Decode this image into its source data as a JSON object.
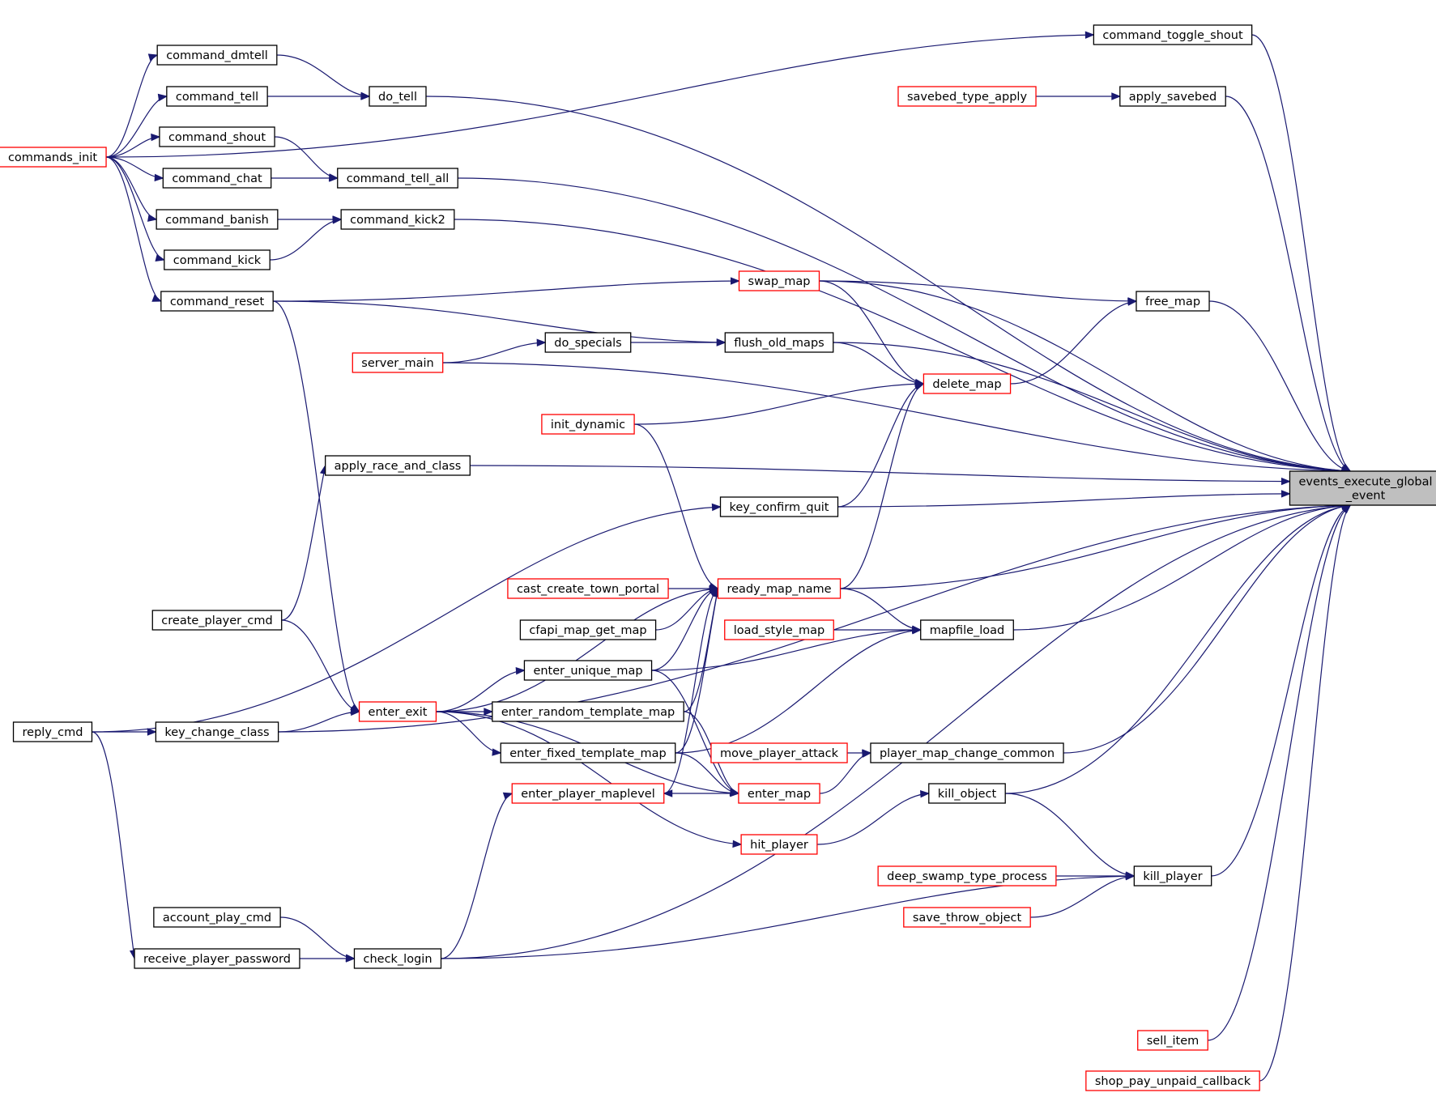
{
  "diagram": {
    "type": "call-graph",
    "colors": {
      "edge": "#191970",
      "node_border_default": "#000000",
      "node_border_truncated": "#ff0000",
      "focus_fill": "#bfbfbf",
      "node_fill": "#ffffff"
    },
    "nodes": [
      {
        "id": "target",
        "lines": [
          "events_execute_global",
          "_event"
        ],
        "style": "focus"
      },
      {
        "id": "command_toggle_shout",
        "lines": [
          "command_toggle_shout"
        ],
        "style": "normal"
      },
      {
        "id": "apply_savebed",
        "lines": [
          "apply_savebed"
        ],
        "style": "normal"
      },
      {
        "id": "savebed_type_apply",
        "lines": [
          "savebed_type_apply"
        ],
        "style": "red"
      },
      {
        "id": "command_dmtell",
        "lines": [
          "command_dmtell"
        ],
        "style": "normal"
      },
      {
        "id": "command_tell",
        "lines": [
          "command_tell"
        ],
        "style": "normal"
      },
      {
        "id": "do_tell",
        "lines": [
          "do_tell"
        ],
        "style": "normal"
      },
      {
        "id": "commands_init",
        "lines": [
          "commands_init"
        ],
        "style": "red"
      },
      {
        "id": "command_shout",
        "lines": [
          "command_shout"
        ],
        "style": "normal"
      },
      {
        "id": "command_chat",
        "lines": [
          "command_chat"
        ],
        "style": "normal"
      },
      {
        "id": "command_tell_all",
        "lines": [
          "command_tell_all"
        ],
        "style": "normal"
      },
      {
        "id": "command_banish",
        "lines": [
          "command_banish"
        ],
        "style": "normal"
      },
      {
        "id": "command_kick2",
        "lines": [
          "command_kick2"
        ],
        "style": "normal"
      },
      {
        "id": "command_kick",
        "lines": [
          "command_kick"
        ],
        "style": "normal"
      },
      {
        "id": "swap_map",
        "lines": [
          "swap_map"
        ],
        "style": "red"
      },
      {
        "id": "command_reset",
        "lines": [
          "command_reset"
        ],
        "style": "normal"
      },
      {
        "id": "free_map",
        "lines": [
          "free_map"
        ],
        "style": "normal"
      },
      {
        "id": "do_specials",
        "lines": [
          "do_specials"
        ],
        "style": "normal"
      },
      {
        "id": "flush_old_maps",
        "lines": [
          "flush_old_maps"
        ],
        "style": "normal"
      },
      {
        "id": "server_main",
        "lines": [
          "server_main"
        ],
        "style": "red"
      },
      {
        "id": "delete_map",
        "lines": [
          "delete_map"
        ],
        "style": "red"
      },
      {
        "id": "init_dynamic",
        "lines": [
          "init_dynamic"
        ],
        "style": "red"
      },
      {
        "id": "apply_race_and_class",
        "lines": [
          "apply_race_and_class"
        ],
        "style": "normal"
      },
      {
        "id": "key_confirm_quit",
        "lines": [
          "key_confirm_quit"
        ],
        "style": "normal"
      },
      {
        "id": "cast_create_town_portal",
        "lines": [
          "cast_create_town_portal"
        ],
        "style": "red"
      },
      {
        "id": "ready_map_name",
        "lines": [
          "ready_map_name"
        ],
        "style": "red"
      },
      {
        "id": "create_player_cmd",
        "lines": [
          "create_player_cmd"
        ],
        "style": "normal"
      },
      {
        "id": "cfapi_map_get_map",
        "lines": [
          "cfapi_map_get_map"
        ],
        "style": "normal"
      },
      {
        "id": "load_style_map",
        "lines": [
          "load_style_map"
        ],
        "style": "red"
      },
      {
        "id": "mapfile_load",
        "lines": [
          "mapfile_load"
        ],
        "style": "normal"
      },
      {
        "id": "enter_unique_map",
        "lines": [
          "enter_unique_map"
        ],
        "style": "normal"
      },
      {
        "id": "reply_cmd",
        "lines": [
          "reply_cmd"
        ],
        "style": "normal"
      },
      {
        "id": "key_change_class",
        "lines": [
          "key_change_class"
        ],
        "style": "normal"
      },
      {
        "id": "enter_exit",
        "lines": [
          "enter_exit"
        ],
        "style": "red"
      },
      {
        "id": "enter_random_template_map",
        "lines": [
          "enter_random_template_map"
        ],
        "style": "normal"
      },
      {
        "id": "enter_fixed_template_map",
        "lines": [
          "enter_fixed_template_map"
        ],
        "style": "normal"
      },
      {
        "id": "move_player_attack",
        "lines": [
          "move_player_attack"
        ],
        "style": "red"
      },
      {
        "id": "player_map_change_common",
        "lines": [
          "player_map_change_common"
        ],
        "style": "normal"
      },
      {
        "id": "enter_player_maplevel",
        "lines": [
          "enter_player_maplevel"
        ],
        "style": "red"
      },
      {
        "id": "enter_map",
        "lines": [
          "enter_map"
        ],
        "style": "red"
      },
      {
        "id": "kill_object",
        "lines": [
          "kill_object"
        ],
        "style": "normal"
      },
      {
        "id": "hit_player",
        "lines": [
          "hit_player"
        ],
        "style": "red"
      },
      {
        "id": "deep_swamp_type_process",
        "lines": [
          "deep_swamp_type_process"
        ],
        "style": "red"
      },
      {
        "id": "kill_player",
        "lines": [
          "kill_player"
        ],
        "style": "normal"
      },
      {
        "id": "account_play_cmd",
        "lines": [
          "account_play_cmd"
        ],
        "style": "normal"
      },
      {
        "id": "save_throw_object",
        "lines": [
          "save_throw_object"
        ],
        "style": "red"
      },
      {
        "id": "receive_player_password",
        "lines": [
          "receive_player_password"
        ],
        "style": "normal"
      },
      {
        "id": "check_login",
        "lines": [
          "check_login"
        ],
        "style": "normal"
      },
      {
        "id": "sell_item",
        "lines": [
          "sell_item"
        ],
        "style": "red"
      },
      {
        "id": "shop_pay_unpaid_callback",
        "lines": [
          "shop_pay_unpaid_callback"
        ],
        "style": "red"
      }
    ],
    "edges": [
      [
        "commands_init",
        "command_toggle_shout"
      ],
      [
        "commands_init",
        "command_dmtell"
      ],
      [
        "commands_init",
        "command_tell"
      ],
      [
        "commands_init",
        "command_shout"
      ],
      [
        "commands_init",
        "command_chat"
      ],
      [
        "commands_init",
        "command_banish"
      ],
      [
        "commands_init",
        "command_kick"
      ],
      [
        "commands_init",
        "command_reset"
      ],
      [
        "command_dmtell",
        "do_tell"
      ],
      [
        "command_tell",
        "do_tell"
      ],
      [
        "command_shout",
        "command_tell_all"
      ],
      [
        "command_chat",
        "command_tell_all"
      ],
      [
        "command_banish",
        "command_kick2"
      ],
      [
        "command_kick",
        "command_kick2"
      ],
      [
        "savebed_type_apply",
        "apply_savebed"
      ],
      [
        "command_reset",
        "swap_map"
      ],
      [
        "command_reset",
        "flush_old_maps"
      ],
      [
        "command_reset",
        "enter_exit"
      ],
      [
        "swap_map",
        "free_map"
      ],
      [
        "swap_map",
        "delete_map"
      ],
      [
        "do_specials",
        "flush_old_maps"
      ],
      [
        "server_main",
        "do_specials"
      ],
      [
        "flush_old_maps",
        "delete_map"
      ],
      [
        "delete_map",
        "free_map"
      ],
      [
        "init_dynamic",
        "delete_map"
      ],
      [
        "init_dynamic",
        "ready_map_name"
      ],
      [
        "key_confirm_quit",
        "delete_map"
      ],
      [
        "ready_map_name",
        "delete_map"
      ],
      [
        "reply_cmd",
        "key_confirm_quit"
      ],
      [
        "reply_cmd",
        "key_change_class"
      ],
      [
        "reply_cmd",
        "receive_player_password"
      ],
      [
        "create_player_cmd",
        "apply_race_and_class"
      ],
      [
        "create_player_cmd",
        "enter_exit"
      ],
      [
        "key_change_class",
        "enter_exit"
      ],
      [
        "cast_create_town_portal",
        "ready_map_name"
      ],
      [
        "cfapi_map_get_map",
        "ready_map_name"
      ],
      [
        "ready_map_name",
        "mapfile_load"
      ],
      [
        "load_style_map",
        "mapfile_load"
      ],
      [
        "enter_unique_map",
        "ready_map_name"
      ],
      [
        "enter_unique_map",
        "mapfile_load"
      ],
      [
        "enter_unique_map",
        "enter_map"
      ],
      [
        "enter_exit",
        "ready_map_name"
      ],
      [
        "enter_exit",
        "enter_unique_map"
      ],
      [
        "enter_exit",
        "enter_random_template_map"
      ],
      [
        "enter_exit",
        "enter_fixed_template_map"
      ],
      [
        "enter_exit",
        "enter_map"
      ],
      [
        "enter_exit",
        "hit_player"
      ],
      [
        "enter_random_template_map",
        "ready_map_name"
      ],
      [
        "enter_random_template_map",
        "enter_map"
      ],
      [
        "enter_fixed_template_map",
        "ready_map_name"
      ],
      [
        "enter_fixed_template_map",
        "mapfile_load"
      ],
      [
        "enter_fixed_template_map",
        "enter_map"
      ],
      [
        "enter_player_maplevel",
        "ready_map_name"
      ],
      [
        "enter_map",
        "enter_player_maplevel"
      ],
      [
        "enter_map",
        "player_map_change_common"
      ],
      [
        "move_player_attack",
        "player_map_change_common"
      ],
      [
        "hit_player",
        "kill_object"
      ],
      [
        "kill_object",
        "kill_player"
      ],
      [
        "deep_swamp_type_process",
        "kill_player"
      ],
      [
        "save_throw_object",
        "kill_player"
      ],
      [
        "check_login",
        "kill_player"
      ],
      [
        "check_login",
        "enter_player_maplevel"
      ],
      [
        "account_play_cmd",
        "check_login"
      ],
      [
        "receive_player_password",
        "check_login"
      ],
      [
        "command_toggle_shout",
        "target"
      ],
      [
        "apply_savebed",
        "target"
      ],
      [
        "do_tell",
        "target"
      ],
      [
        "command_tell_all",
        "target"
      ],
      [
        "command_kick2",
        "target"
      ],
      [
        "swap_map",
        "target"
      ],
      [
        "free_map",
        "target"
      ],
      [
        "flush_old_maps",
        "target"
      ],
      [
        "server_main",
        "target"
      ],
      [
        "apply_race_and_class",
        "target"
      ],
      [
        "key_confirm_quit",
        "target"
      ],
      [
        "ready_map_name",
        "target"
      ],
      [
        "mapfile_load",
        "target"
      ],
      [
        "player_map_change_common",
        "target"
      ],
      [
        "key_change_class",
        "target"
      ],
      [
        "kill_object",
        "target"
      ],
      [
        "kill_player",
        "target"
      ],
      [
        "check_login",
        "target"
      ],
      [
        "sell_item",
        "target"
      ],
      [
        "shop_pay_unpaid_callback",
        "target"
      ]
    ]
  }
}
